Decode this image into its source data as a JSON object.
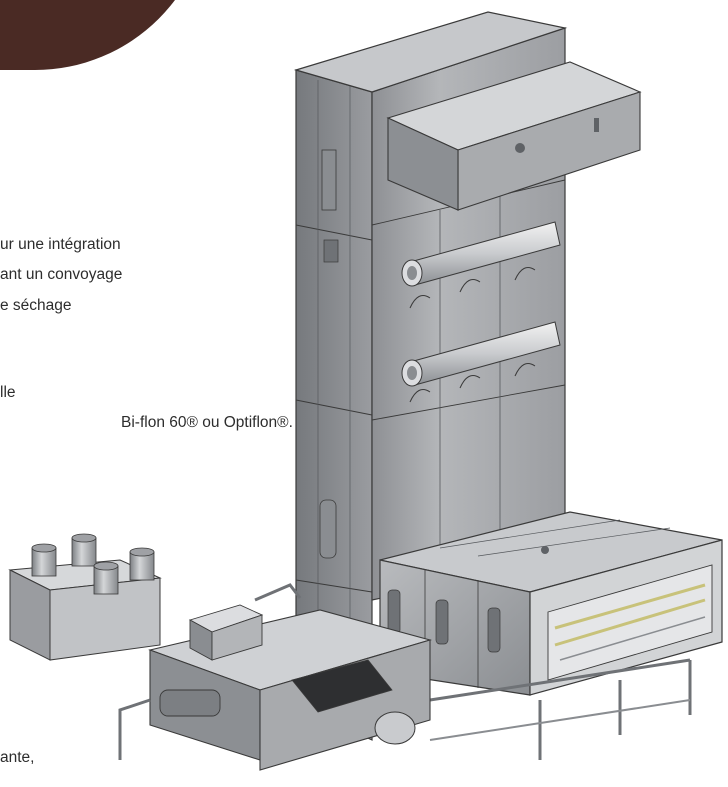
{
  "text": {
    "line1": "ur une intégration",
    "line2": "ant un convoyage",
    "line3": "e séchage",
    "line4": "lle",
    "line5": "Bi-flon 60® ou Optiflon®.",
    "line6": "ante,"
  },
  "colors": {
    "brand": "#4a2a24",
    "machine_main": "#a8aaad",
    "machine_light": "#cfd1d4",
    "machine_dark": "#6f7276",
    "outline": "#3a3a3a",
    "accent_yellow": "#c8c27a"
  }
}
